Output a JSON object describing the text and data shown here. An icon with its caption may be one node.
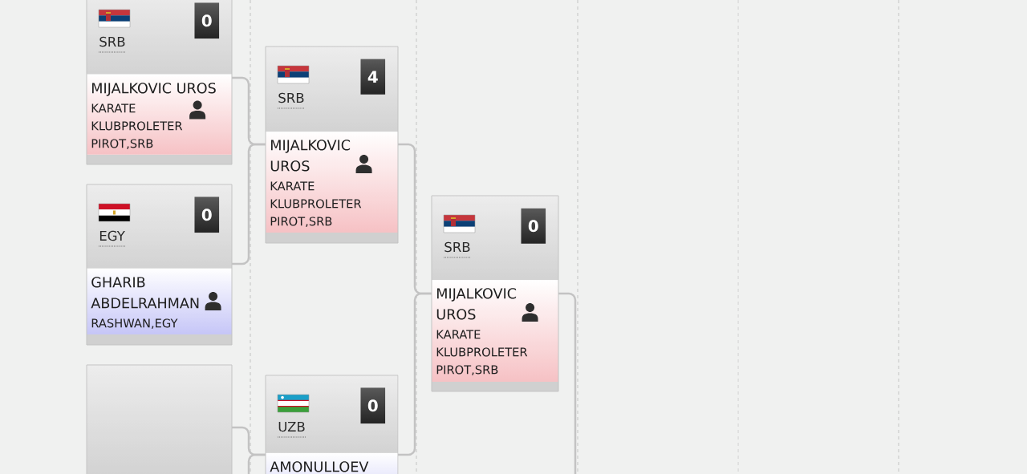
{
  "diagram": {
    "nodes": [
      {
        "text": [
          "SRB",
          "0",
          "MIJALKOVIC UROS",
          "KARATE KLUBPROLETER PIROT,SRB"
        ]
      },
      {
        "text": [
          "EGY",
          "0",
          "GHARIB ABDELRAHMAN",
          "RASHWAN,EGY"
        ]
      },
      {
        "text": [],
        "shape": "box"
      },
      {
        "text": [
          "SRB",
          "4",
          "MIJALKOVIC UROS",
          "KARATE KLUBPROLETER PIROT,SRB"
        ]
      },
      {
        "text": [
          "UZB",
          "0",
          "AMONULLOEV"
        ]
      },
      {
        "text": [
          "SRB",
          "0",
          "MIJALKOVIC UROS",
          "KARATE KLUBPROLETER PIROT,SRB"
        ]
      }
    ],
    "edges": [
      {
        "from": 0,
        "to": 3,
        "arrow": "none"
      },
      {
        "from": 1,
        "to": 3,
        "arrow": "none"
      },
      {
        "from": 2,
        "to": 4,
        "arrow": "none"
      },
      {
        "from": null,
        "to": 4,
        "arrow": "none"
      },
      {
        "from": 3,
        "to": 5,
        "arrow": "none"
      },
      {
        "from": 4,
        "to": 5,
        "arrow": "none"
      },
      {
        "from": 5,
        "to": null,
        "arrow": "none"
      }
    ]
  }
}
